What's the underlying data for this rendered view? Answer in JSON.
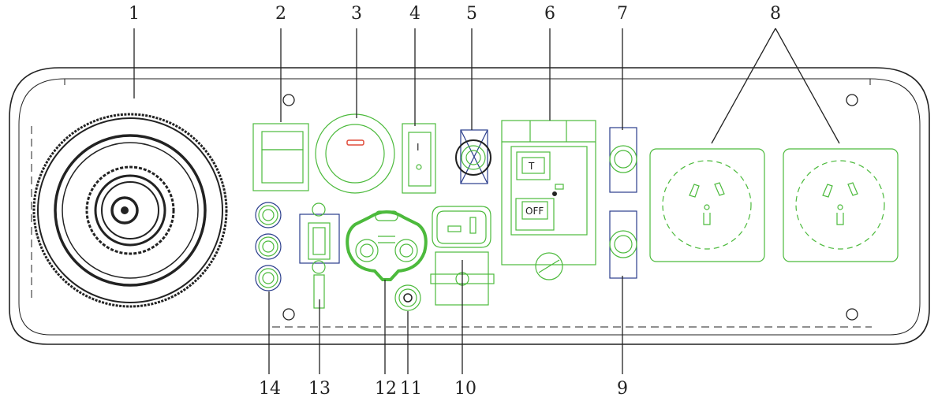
{
  "callouts": [
    "1",
    "2",
    "3",
    "4",
    "5",
    "6",
    "7",
    "8",
    "9",
    "10",
    "11",
    "12",
    "13",
    "14"
  ],
  "switch_labels": {
    "breaker_test": "T",
    "breaker_off": "OFF",
    "rocker_on": "I",
    "rocker_off": "O"
  },
  "colors": {
    "outline": "#222222",
    "component": "#4cba3c",
    "bracket": "#2a3d8c",
    "indicator": "#e04b3a"
  }
}
